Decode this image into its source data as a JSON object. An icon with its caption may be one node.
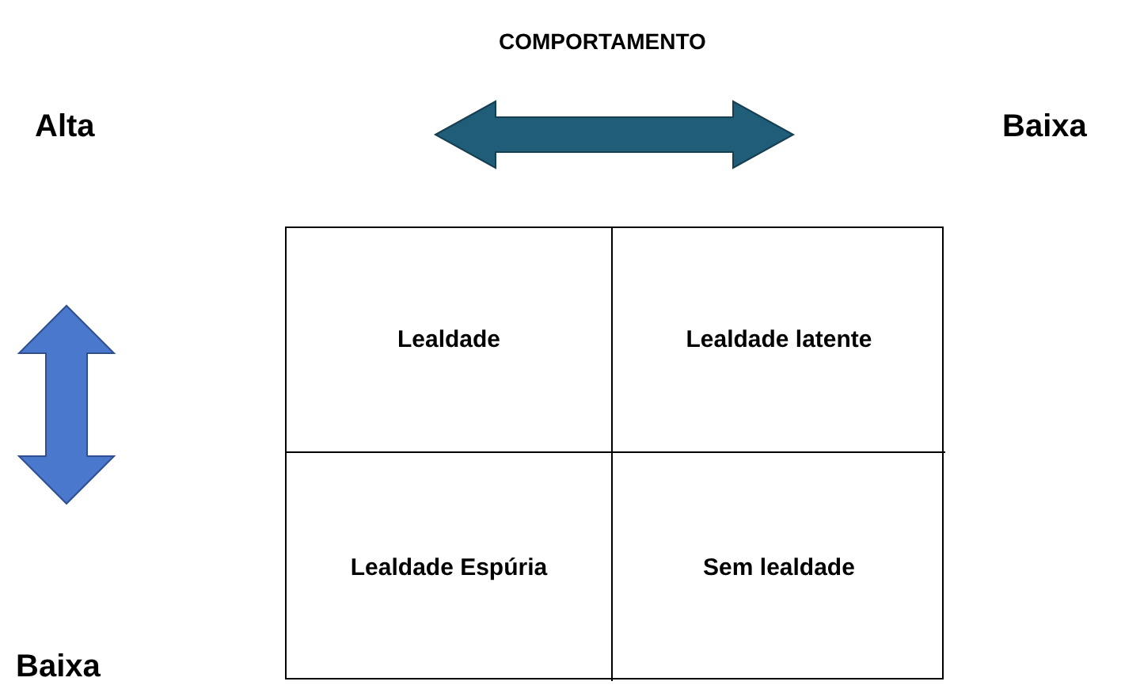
{
  "diagram": {
    "nodes": [
      {
        "text": [
          "Lealdade"
        ]
      },
      {
        "text": [
          "Lealdade latente"
        ]
      },
      {
        "text": [
          "Lealdade Espúria"
        ]
      },
      {
        "text": [
          "Sem lealdade"
        ]
      }
    ],
    "labels": [
      "COMPORTAMENTO",
      "Alta",
      "Baixa",
      "Baixa"
    ]
  }
}
